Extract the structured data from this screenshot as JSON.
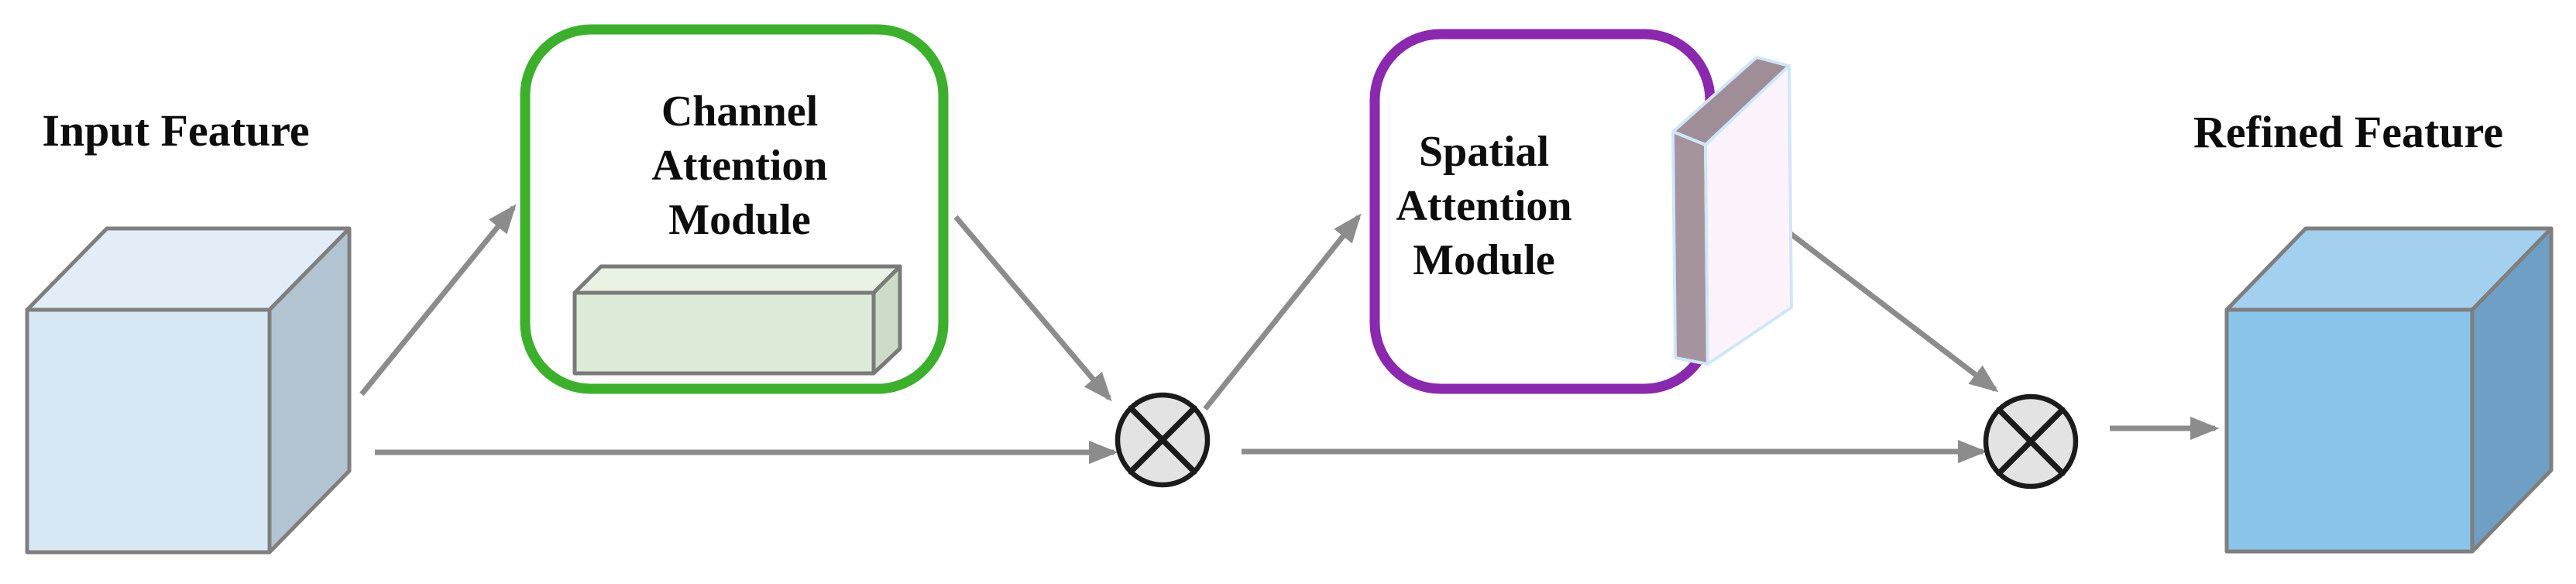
{
  "diagram": {
    "background": "#ffffff",
    "nodes": {
      "input": {
        "label": "Input Feature"
      },
      "channel_module": {
        "lines": [
          "Channel",
          "Attention",
          "Module"
        ]
      },
      "spatial_module": {
        "lines": [
          "Spatial",
          "Attention",
          "Module"
        ]
      },
      "refined": {
        "label": "Refined Feature"
      },
      "multiply1": {
        "icon": "multiply-in-circle",
        "symbol": "⊗"
      },
      "multiply2": {
        "icon": "multiply-in-circle",
        "symbol": "⊗"
      }
    },
    "edges": [
      {
        "from": "input-feature",
        "to": "channel-attention-module"
      },
      {
        "from": "input-feature",
        "to": "multiply-1"
      },
      {
        "from": "channel-attention-module",
        "to": "multiply-1"
      },
      {
        "from": "multiply-1",
        "to": "spatial-attention-module"
      },
      {
        "from": "multiply-1",
        "to": "multiply-2"
      },
      {
        "from": "spatial-attention-module",
        "to": "multiply-2"
      },
      {
        "from": "multiply-2",
        "to": "refined-feature"
      }
    ],
    "colors": {
      "arrow": "#8c8c8c",
      "channel_border": "#3cb02c",
      "spatial_border": "#8a28ae",
      "box_fill": "#ffffff",
      "cube_edge": "#7f7f7f",
      "input_cube": {
        "front": "#d9e8f5",
        "top": "#e2edf8",
        "right": "#b2c3d2"
      },
      "refined_cube": {
        "front": "#8bc4ea",
        "top": "#a2d0ee",
        "right": "#6f9fc4"
      },
      "channel_slab": {
        "front": "#dcecd8",
        "top": "#e8f3e4",
        "right": "#ccdcc8",
        "edge": "#7a7a7a"
      },
      "spatial_plate": {
        "front": "#fdf3fc",
        "side": "#a5949e",
        "top": "#9f8e98",
        "edge": "#cfe7f7"
      },
      "multiply": {
        "fill": "#e3e3e3",
        "stroke": "#1b1b1b"
      }
    }
  }
}
